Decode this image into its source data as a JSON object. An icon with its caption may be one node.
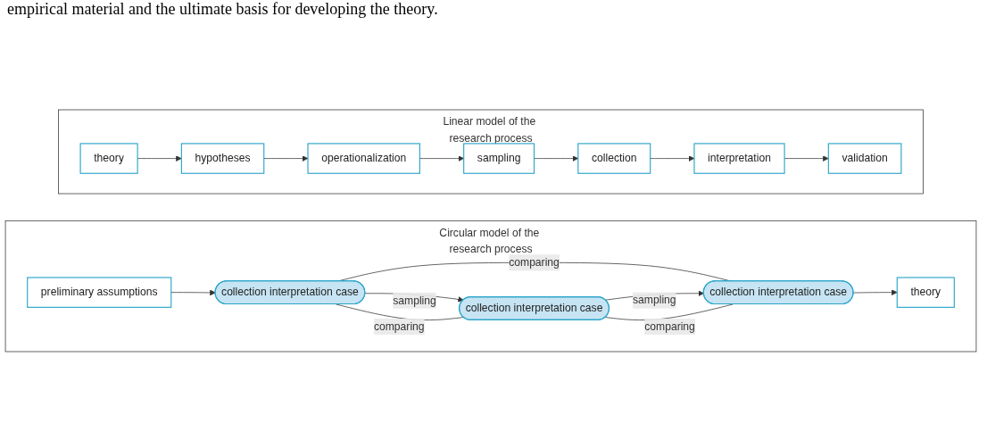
{
  "diagram": {
    "nodes": [
      {
        "text": [
          "Linear model of the research process"
        ]
      },
      {
        "text": [
          "theory"
        ],
        "in": 0
      },
      {
        "text": [
          "hypotheses"
        ],
        "in": 0
      },
      {
        "text": [
          "operationalization"
        ],
        "in": 0
      },
      {
        "text": [
          "sampling"
        ],
        "in": 0
      },
      {
        "text": [
          "collection"
        ],
        "in": 0
      },
      {
        "text": [
          "interpretation"
        ],
        "in": 0
      },
      {
        "text": [
          "validation"
        ],
        "in": 0
      },
      {
        "text": [
          "Circular model of the research process"
        ]
      },
      {
        "text": [
          "preliminary assumptions"
        ],
        "in": 8
      },
      {
        "text": [
          "collection interpretation case"
        ],
        "in": 8
      },
      {
        "text": [
          "collection interpretation case"
        ],
        "in": 8
      },
      {
        "text": [
          "theory"
        ],
        "in": 8
      },
      {
        "text": [
          "collection interpretation case"
        ],
        "in": 8
      }
    ],
    "edges": [
      {
        "from": 1,
        "to": 2,
        "arrow": "to"
      },
      {
        "from": 2,
        "to": 3,
        "arrow": "to"
      },
      {
        "from": 3,
        "to": 4,
        "arrow": "to"
      },
      {
        "from": 4,
        "to": 5,
        "arrow": "to"
      },
      {
        "from": 5,
        "to": 6,
        "arrow": "to"
      },
      {
        "from": 6,
        "to": 7,
        "arrow": "to"
      },
      {
        "from": 9,
        "to": 10,
        "arrow": "to"
      },
      {
        "from": 10,
        "to": 11,
        "arrow": "none",
        "label": "comparing"
      },
      {
        "from": 11,
        "to": 12,
        "arrow": "to"
      },
      {
        "from": 10,
        "to": 13,
        "arrow": "to",
        "label": "sampling"
      },
      {
        "from": 13,
        "to": 11,
        "arrow": "to",
        "label": "sampling"
      },
      {
        "from": 10,
        "to": 13,
        "arrow": "none",
        "label": "comparing"
      },
      {
        "from": 13,
        "to": 11,
        "arrow": "none",
        "label": "comparing"
      }
    ],
    "labels": [
      "empirical material and the ultimate basis for developing the theory."
    ]
  }
}
